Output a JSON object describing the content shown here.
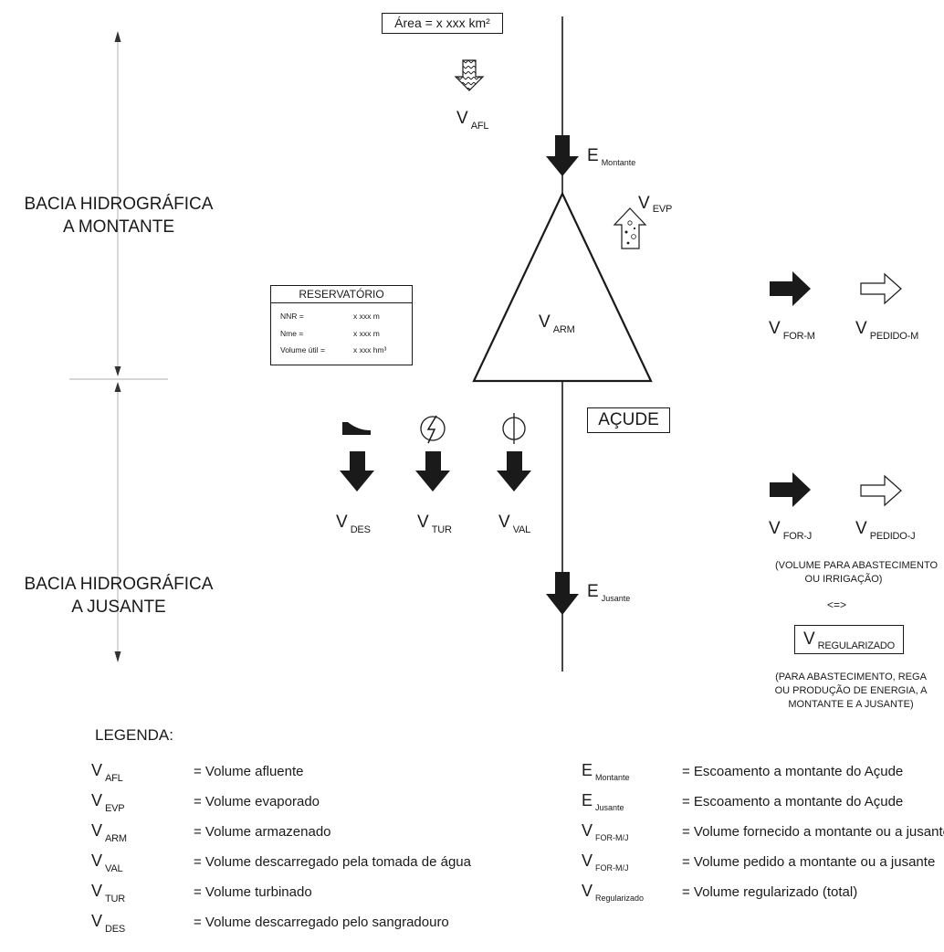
{
  "area_box": {
    "label": "Área = x xxx km²"
  },
  "basins": {
    "upstream": {
      "line1": "BACIA HIDROGRÁFICA",
      "line2": "A MONTANTE"
    },
    "downstream": {
      "line1": "BACIA HIDROGRÁFICA",
      "line2": "A JUSANTE"
    }
  },
  "flows": {
    "vafl": {
      "main": "V",
      "sub": "AFL"
    },
    "emontante": {
      "main": "E",
      "sub": "Montante"
    },
    "vevp": {
      "main": "V",
      "sub": "EVP"
    },
    "varm": {
      "main": "V",
      "sub": "ARM"
    },
    "vdes": {
      "main": "V",
      "sub": "DES"
    },
    "vtur": {
      "main": "V",
      "sub": "TUR"
    },
    "vval": {
      "main": "V",
      "sub": "VAL"
    },
    "ejusante": {
      "main": "E",
      "sub": "Jusante"
    },
    "vform": {
      "main": "V",
      "sub": "FOR-M"
    },
    "vpedidom": {
      "main": "V",
      "sub": "PEDIDO-M"
    },
    "vforj": {
      "main": "V",
      "sub": "FOR-J"
    },
    "vpedidoj": {
      "main": "V",
      "sub": "PEDIDO-J"
    },
    "vreg": {
      "main": "V",
      "sub": "REGULARIZADO"
    }
  },
  "acude_label": "AÇUDE",
  "reservoir": {
    "title": "RESERVATÓRIO",
    "rows": [
      {
        "label": "NNR =",
        "value": "x xxx m"
      },
      {
        "label": "Nme =",
        "value": "x xxx m"
      },
      {
        "label": "Volume útil =",
        "value": "x xxx hm³"
      }
    ]
  },
  "notes": {
    "volume_note_1": "(VOLUME PARA ABASTECIMENTO",
    "volume_note_2": "OU IRRIGAÇÃO)",
    "equiv": "<=>",
    "reg_note_1": "(PARA ABASTECIMENTO, REGA",
    "reg_note_2": "OU PRODUÇÃO DE ENERGIA, A",
    "reg_note_3": "MONTANTE E A JUSANTE)"
  },
  "legend": {
    "title": "LEGENDA:",
    "left": [
      {
        "main": "V",
        "sub": "AFL",
        "desc": "= Volume afluente"
      },
      {
        "main": "V",
        "sub": "EVP",
        "desc": "= Volume evaporado"
      },
      {
        "main": "V",
        "sub": "ARM",
        "desc": "= Volume armazenado"
      },
      {
        "main": "V",
        "sub": "VAL",
        "desc": "= Volume descarregado pela tomada de água"
      },
      {
        "main": "V",
        "sub": "TUR",
        "desc": "= Volume turbinado"
      },
      {
        "main": "V",
        "sub": "DES",
        "desc": "= Volume descarregado pelo sangradouro"
      }
    ],
    "right": [
      {
        "main": "E",
        "sub": "Montante",
        "desc": "= Escoamento a montante do Açude"
      },
      {
        "main": "E",
        "sub": "Jusante",
        "desc": "= Escoamento a montante do Açude"
      },
      {
        "main": "V",
        "sub": "FOR-M/J",
        "desc": "= Volume fornecido a montante ou a jusante"
      },
      {
        "main": "V",
        "sub": "FOR-M/J",
        "desc": "= Volume pedido a montante ou a jusante"
      },
      {
        "main": "V",
        "sub": "Regularizado",
        "desc": "= Volume regularizado (total)"
      }
    ]
  },
  "icons": {
    "inflow": "hatched-down-arrow-icon",
    "evaporation": "dotted-up-arrow-icon",
    "spillway": "spillway-icon",
    "turbine": "lightning-circle-icon",
    "valve": "valve-circle-icon",
    "solid_arrow": "solid-arrow-icon",
    "hollow_arrow": "hollow-arrow-icon"
  },
  "colors": {
    "ink": "#1a1a1a",
    "axis": "#bdbdbd",
    "background": "#ffffff"
  }
}
